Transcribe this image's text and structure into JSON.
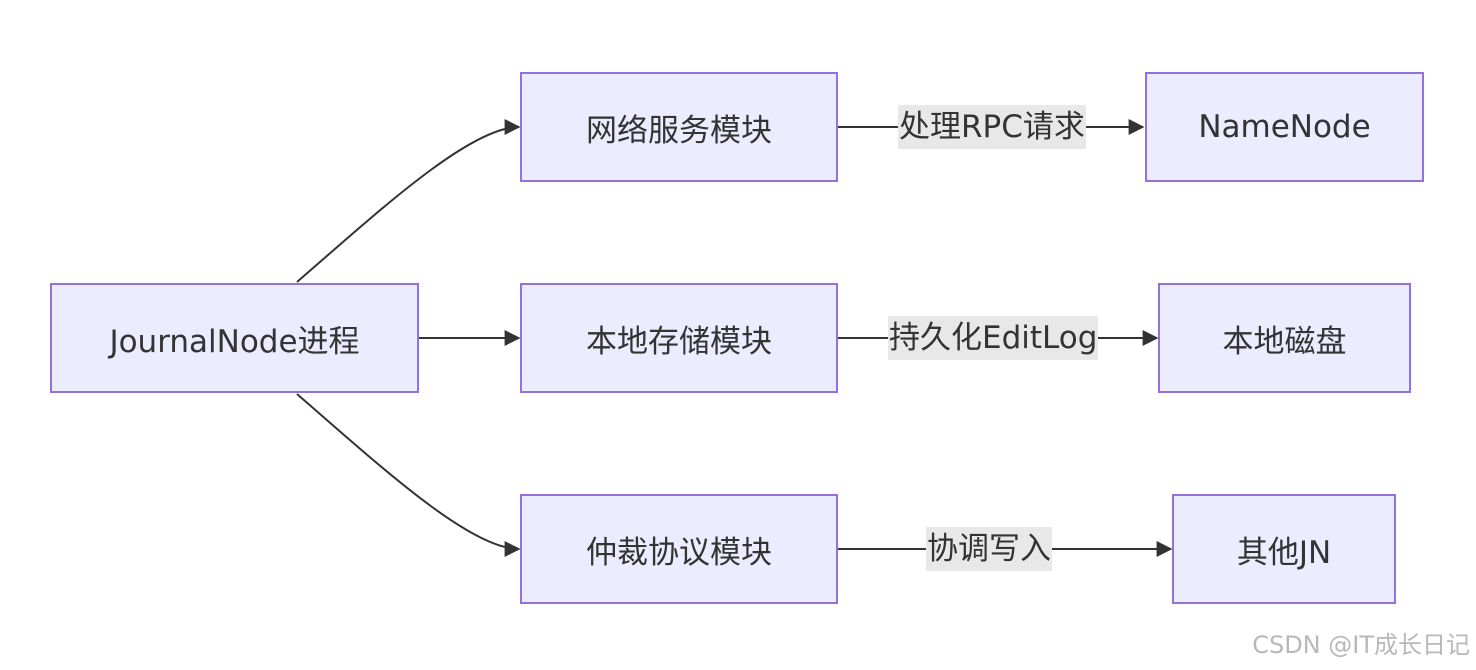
{
  "diagram": {
    "nodes": {
      "journalnode": "JournalNode进程",
      "network": "网络服务模块",
      "storage": "本地存储模块",
      "quorum": "仲裁协议模块",
      "namenode": "NameNode",
      "disk": "本地磁盘",
      "other_jn": "其他JN"
    },
    "edges": [
      {
        "from": "journalnode",
        "to": "network",
        "label": ""
      },
      {
        "from": "journalnode",
        "to": "storage",
        "label": ""
      },
      {
        "from": "journalnode",
        "to": "quorum",
        "label": ""
      },
      {
        "from": "network",
        "to": "namenode",
        "label": "处理RPC请求"
      },
      {
        "from": "storage",
        "to": "disk",
        "label": "持久化EditLog"
      },
      {
        "from": "quorum",
        "to": "other_jn",
        "label": "协调写入"
      }
    ],
    "colors": {
      "node_fill": "#ececff",
      "node_border": "#9370db",
      "edge": "#333333",
      "label_bg": "#e8e8e8"
    }
  },
  "watermark": "CSDN @IT成长日记"
}
